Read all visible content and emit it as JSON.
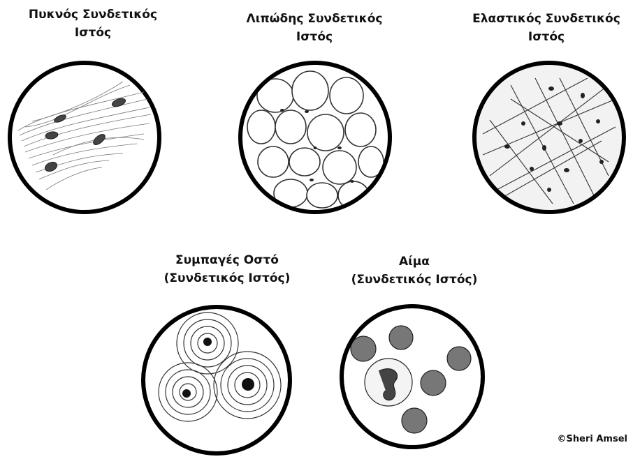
{
  "panels": [
    {
      "id": "dense",
      "line1": "Πυκνός Συνδετικός",
      "line2": "Ιστός"
    },
    {
      "id": "adipose",
      "line1": "Λιπώδης  Συνδετικός",
      "line2": "Ιστός"
    },
    {
      "id": "elastic",
      "line1": "Ελαστικός Συνδετικός",
      "line2": "Ιστός"
    },
    {
      "id": "bone",
      "line1": "Συμπαγές Οστό",
      "line2": "(Συνδετικός Ιστός)"
    },
    {
      "id": "blood",
      "line1": "Αίμα",
      "line2": "(Συνδετικός Ιστός)"
    }
  ],
  "credit": "©Sheri Amsel"
}
